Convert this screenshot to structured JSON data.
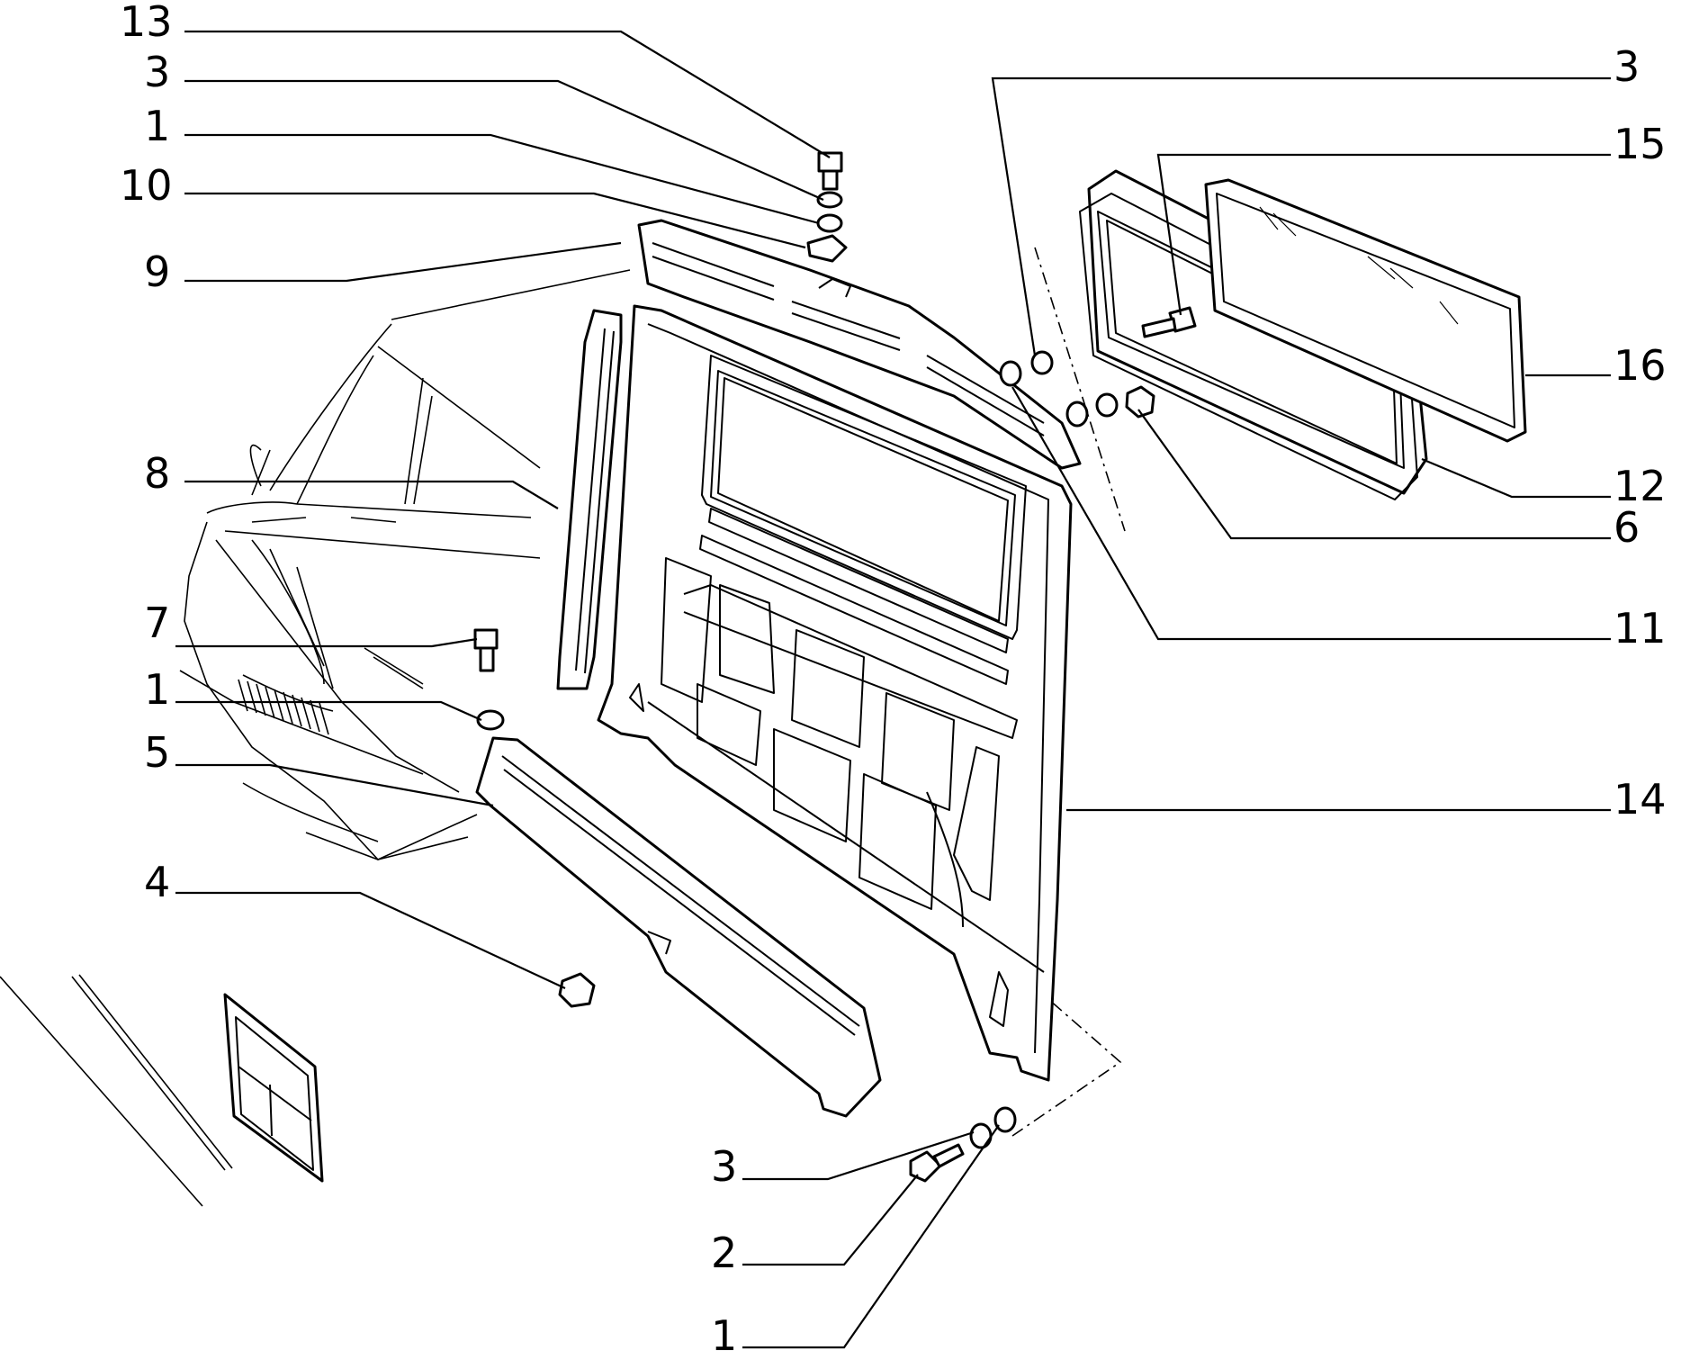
{
  "callouts": [
    "13",
    "3",
    "1",
    "10",
    "9",
    "8",
    "7",
    "1",
    "5",
    "4",
    "3",
    "15",
    "16",
    "12",
    "6",
    "11",
    "14",
    "3",
    "2",
    "1"
  ]
}
